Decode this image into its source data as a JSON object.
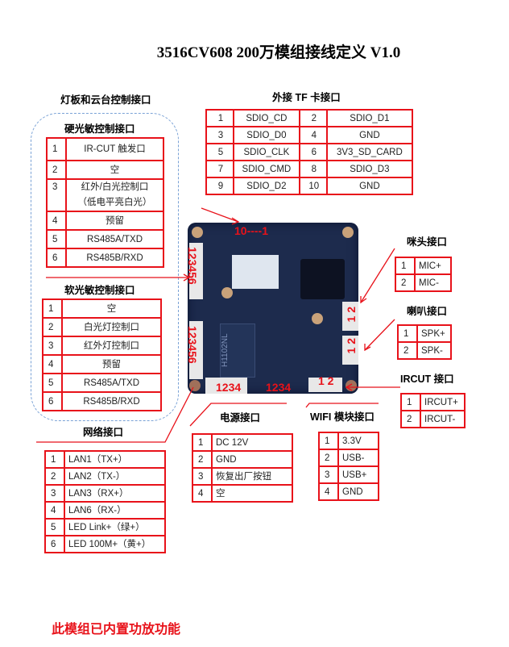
{
  "title": "3516CV608 200万模组接线定义 V1.0",
  "light_group_title": "灯板和云台控制接口",
  "hard_photo": {
    "title": "硬光敏控制接口",
    "rows": [
      [
        "1",
        "IR-CUT 触发口"
      ],
      [
        "2",
        "空"
      ],
      [
        "3",
        "红外/白光控制口\n（低电平亮白光）"
      ],
      [
        "4",
        "预留"
      ],
      [
        "5",
        "RS485A/TXD"
      ],
      [
        "6",
        "RS485B/RXD"
      ]
    ]
  },
  "soft_photo": {
    "title": "软光敏控制接口",
    "rows": [
      [
        "1",
        "空"
      ],
      [
        "2",
        "白光灯控制口"
      ],
      [
        "3",
        "红外灯控制口"
      ],
      [
        "4",
        "预留"
      ],
      [
        "5",
        "RS485A/TXD"
      ],
      [
        "6",
        "RS485B/RXD"
      ]
    ]
  },
  "network": {
    "title": "网络接口",
    "rows": [
      [
        "1",
        "LAN1（TX+）"
      ],
      [
        "2",
        "LAN2（TX-）"
      ],
      [
        "3",
        "LAN3（RX+）"
      ],
      [
        "4",
        "LAN6（RX-）"
      ],
      [
        "5",
        "LED Link+（绿+）"
      ],
      [
        "6",
        "LED 100M+（黄+）"
      ]
    ]
  },
  "tf": {
    "title": "外接 TF 卡接口",
    "rows": [
      [
        "1",
        "SDIO_CD",
        "2",
        "SDIO_D1"
      ],
      [
        "3",
        "SDIO_D0",
        "4",
        "GND"
      ],
      [
        "5",
        "SDIO_CLK",
        "6",
        "3V3_SD_CARD"
      ],
      [
        "7",
        "SDIO_CMD",
        "8",
        "SDIO_D3"
      ],
      [
        "9",
        "SDIO_D2",
        "10",
        "GND"
      ]
    ]
  },
  "mic": {
    "title": "咪头接口",
    "rows": [
      [
        "1",
        "MIC+"
      ],
      [
        "2",
        "MIC-"
      ]
    ]
  },
  "spk": {
    "title": "喇叭接口",
    "rows": [
      [
        "1",
        "SPK+"
      ],
      [
        "2",
        "SPK-"
      ]
    ]
  },
  "ircut": {
    "title": "IRCUT 接口",
    "rows": [
      [
        "1",
        "IRCUT+"
      ],
      [
        "2",
        "IRCUT-"
      ]
    ]
  },
  "power": {
    "title": "电源接口",
    "rows": [
      [
        "1",
        "DC 12V"
      ],
      [
        "2",
        "GND"
      ],
      [
        "3",
        "恢复出厂按钮"
      ],
      [
        "4",
        "空"
      ]
    ]
  },
  "wifi": {
    "title": "WIFI 模块接口",
    "rows": [
      [
        "1",
        "3.3V"
      ],
      [
        "2",
        "USB-"
      ],
      [
        "3",
        "USB+"
      ],
      [
        "4",
        "GND"
      ]
    ]
  },
  "board_labels": {
    "tf": "10----1",
    "hard": "123456",
    "soft": "123456",
    "mic": "1 2",
    "spk": "1 2",
    "ircut": "1 2",
    "power": "1234",
    "wifi": "1234",
    "chip": "H1102NL"
  },
  "footer": "此模组已内置功放功能",
  "colors": {
    "accent": "#e8121a",
    "pcb": "#1d2b4d",
    "dashed": "#7aa2d6"
  }
}
